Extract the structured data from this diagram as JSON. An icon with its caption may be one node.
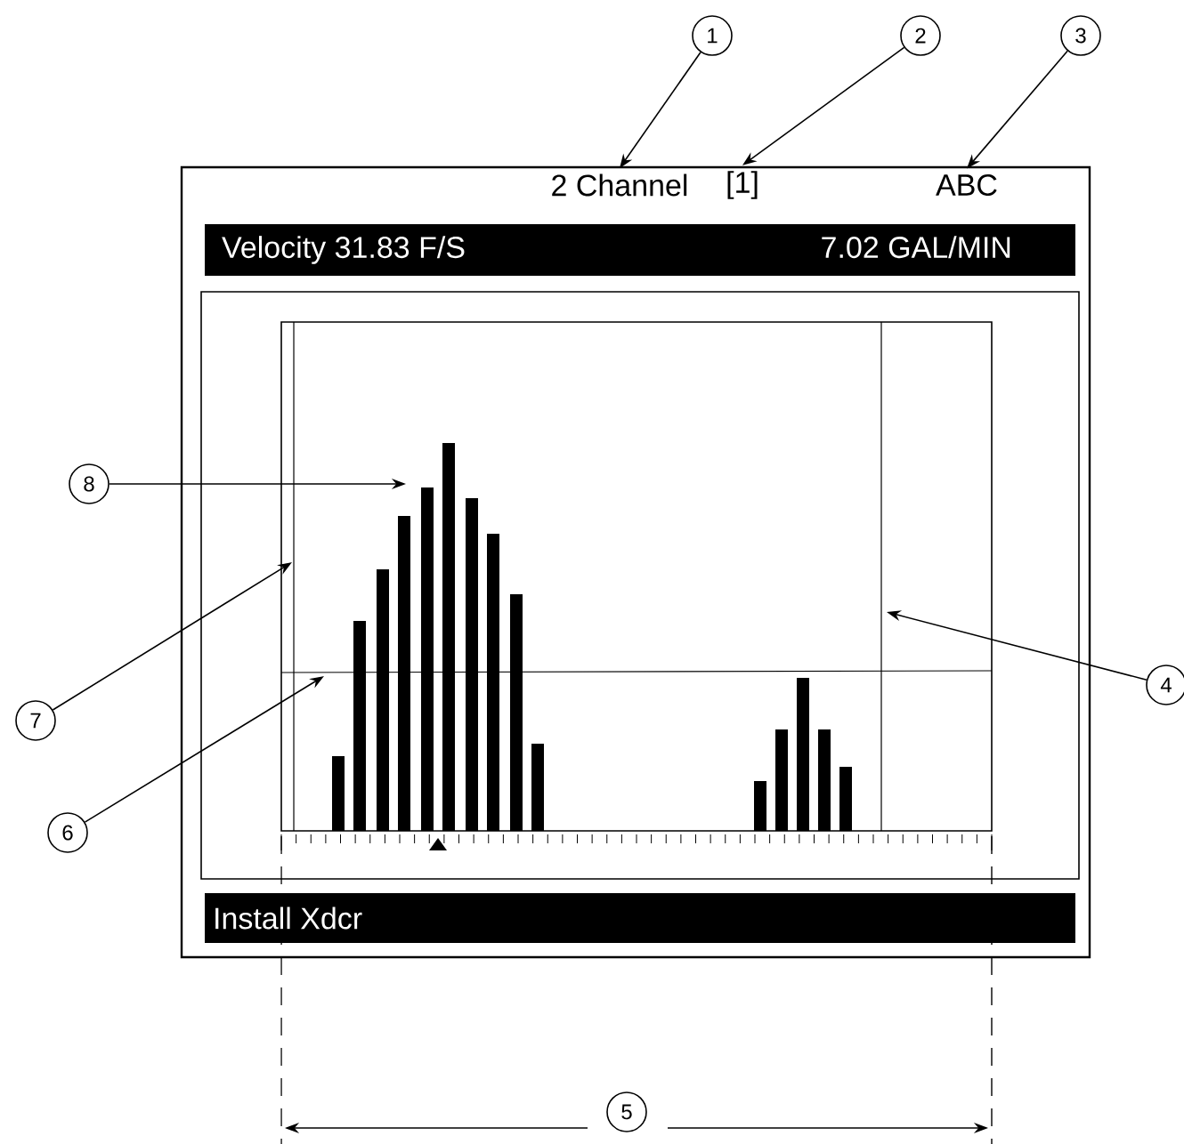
{
  "diagram": {
    "nodes": [
      {
        "text": [
          "1"
        ]
      },
      {
        "text": [
          "2"
        ]
      },
      {
        "text": [
          "3"
        ]
      },
      {
        "text": [
          "2 Channel"
        ]
      },
      {
        "text": [
          "[1]"
        ]
      },
      {
        "text": [
          "ABC"
        ]
      },
      {
        "text": [
          "Velocity 31.83 F/S",
          "7.02 GAL/MIN"
        ]
      },
      {
        "text": [
          "8"
        ]
      },
      {
        "text": [
          "7"
        ]
      },
      {
        "text": [
          "4"
        ]
      },
      {
        "text": [
          "6"
        ]
      },
      {
        "text": [
          "Install Xdcr"
        ]
      },
      {
        "text": [
          "5"
        ]
      }
    ],
    "edges": [
      {
        "from": 0,
        "to": 3,
        "arrow": "to"
      },
      {
        "from": 1,
        "to": 4,
        "arrow": "to"
      },
      {
        "from": 2,
        "to": 5,
        "arrow": "to"
      },
      {
        "from": 7,
        "to": null,
        "arrow": "to"
      },
      {
        "from": 8,
        "to": null,
        "arrow": "to"
      },
      {
        "from": 9,
        "to": null,
        "arrow": "to"
      },
      {
        "from": 10,
        "to": null,
        "arrow": "to"
      }
    ]
  }
}
